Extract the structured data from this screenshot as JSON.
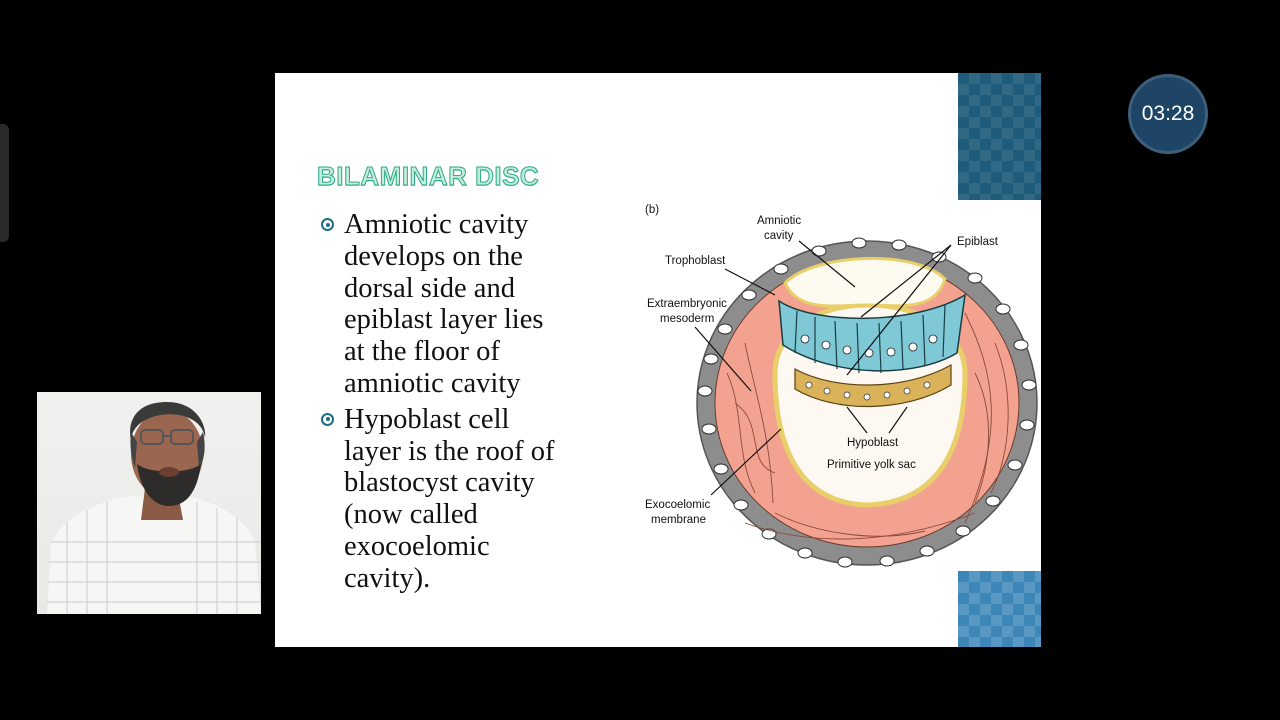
{
  "slide": {
    "title": "BILAMINAR DISC",
    "bullets": [
      {
        "lines": [
          "Amniotic cavity",
          "develops on the",
          "dorsal side and",
          "epiblast layer lies",
          "at the floor of",
          "amniotic cavity"
        ],
        "icon": "circle-dot-icon"
      },
      {
        "lines": [
          "Hypoblast cell",
          "layer is the roof of",
          "blastocyst cavity",
          "(now called",
          "exocoelomic",
          "cavity)."
        ],
        "icon": "circle-dot-icon"
      }
    ],
    "figure": {
      "panel_label": "(b)",
      "labels": {
        "amniotic_cavity_1": "Amniotic",
        "amniotic_cavity_2": "cavity",
        "epiblast": "Epiblast",
        "trophoblast": "Trophoblast",
        "extraembryonic_1": "Extraembryonic",
        "extraembryonic_2": "mesoderm",
        "hypoblast": "Hypoblast",
        "primitive_yolk_sac": "Primitive yolk sac",
        "exocoelomic_1": "Exocoelomic",
        "exocoelomic_2": "membrane"
      },
      "colors": {
        "trophoblast": "#8d8d8d",
        "mesoderm": "#f2a28e",
        "epiblast": "#7fc8d6",
        "hypoblast": "#d9b25a",
        "membrane": "#e8cf6a"
      }
    }
  },
  "timer": {
    "value": "03:28"
  },
  "colors": {
    "title_fill": "#c7ecd8",
    "title_outline": "#2aa98c",
    "bullet_accent": "#1c6e85",
    "timer_bg": "#1e4566"
  }
}
